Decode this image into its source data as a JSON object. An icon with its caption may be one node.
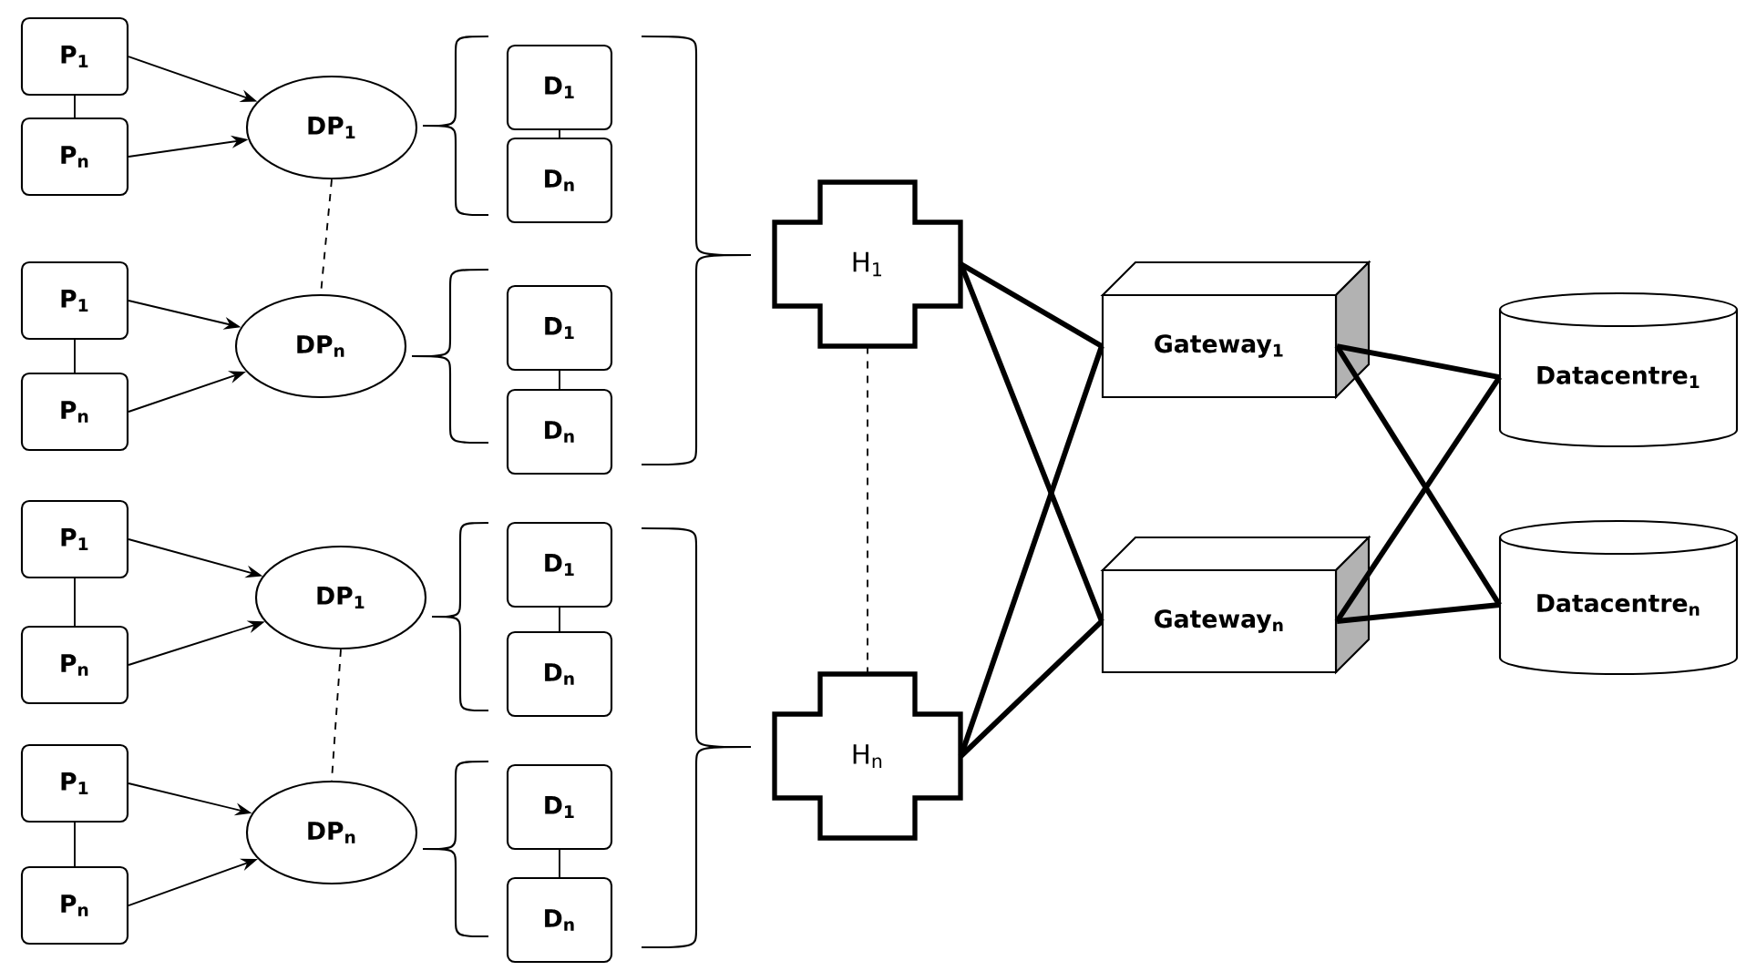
{
  "diagram": {
    "nodes": [
      {
        "text": [
          "P$_{1}$"
        ]
      },
      {
        "text": [
          "P$_{n}$"
        ]
      },
      {
        "text": [
          "DP$_{1}$"
        ]
      },
      {
        "text": [
          "D$_{1}$"
        ]
      },
      {
        "text": [
          "D$_{n}$"
        ]
      },
      {
        "text": [
          "P$_{1}$"
        ]
      },
      {
        "text": [
          "P$_{n}$"
        ]
      },
      {
        "text": [
          "DP$_{n}$"
        ]
      },
      {
        "text": [
          "D$_{1}$"
        ]
      },
      {
        "text": [
          "D$_{n}$"
        ]
      },
      {
        "text": [
          "P$_{1}$"
        ]
      },
      {
        "text": [
          "P$_{n}$"
        ]
      },
      {
        "text": [
          "DP$_{1}$"
        ]
      },
      {
        "text": [
          "D$_{1}$"
        ]
      },
      {
        "text": [
          "D$_{n}$"
        ]
      },
      {
        "text": [
          "P$_{1}$"
        ]
      },
      {
        "text": [
          "P$_{n}$"
        ]
      },
      {
        "text": [
          "DP$_{n}$"
        ]
      },
      {
        "text": [
          "D$_{1}$"
        ]
      },
      {
        "text": [
          "D$_{n}$"
        ]
      },
      {
        "text": [
          "H$_{1}$"
        ]
      },
      {
        "text": [
          "H$_{n}$"
        ]
      },
      {
        "text": [
          "Gateway$_{1}$"
        ]
      },
      {
        "text": [
          "Gateway$_{n}$"
        ]
      },
      {
        "text": [
          "Datacentre$_{1}$"
        ]
      },
      {
        "text": [
          "Datacentre$_{n}$"
        ]
      }
    ],
    "edges": [
      {
        "from": 0,
        "to": 1,
        "arrow": "none"
      },
      {
        "from": 0,
        "to": 2,
        "arrow": "to"
      },
      {
        "from": 1,
        "to": 2,
        "arrow": "to"
      },
      {
        "from": 3,
        "to": 4,
        "arrow": "none"
      },
      {
        "from": 5,
        "to": 6,
        "arrow": "none"
      },
      {
        "from": 5,
        "to": 7,
        "arrow": "to"
      },
      {
        "from": 6,
        "to": 7,
        "arrow": "to"
      },
      {
        "from": 8,
        "to": 9,
        "arrow": "none"
      },
      {
        "from": 10,
        "to": 11,
        "arrow": "none"
      },
      {
        "from": 10,
        "to": 12,
        "arrow": "to"
      },
      {
        "from": 11,
        "to": 12,
        "arrow": "to"
      },
      {
        "from": 13,
        "to": 14,
        "arrow": "none"
      },
      {
        "from": 15,
        "to": 16,
        "arrow": "none"
      },
      {
        "from": 15,
        "to": 17,
        "arrow": "to"
      },
      {
        "from": 16,
        "to": 17,
        "arrow": "to"
      },
      {
        "from": 18,
        "to": 19,
        "arrow": "none"
      },
      {
        "from": 2,
        "to": 7,
        "arrow": "none",
        "style": "dashed"
      },
      {
        "from": 12,
        "to": 17,
        "arrow": "none",
        "style": "dashed"
      },
      {
        "from": 20,
        "to": 21,
        "arrow": "none",
        "style": "dashed"
      },
      {
        "from": 20,
        "to": 22,
        "arrow": "none",
        "style": "thick"
      },
      {
        "from": 20,
        "to": 23,
        "arrow": "none",
        "style": "thick"
      },
      {
        "from": 21,
        "to": 22,
        "arrow": "none",
        "style": "thick"
      },
      {
        "from": 21,
        "to": 23,
        "arrow": "none",
        "style": "thick"
      },
      {
        "from": 22,
        "to": 24,
        "arrow": "none",
        "style": "thick"
      },
      {
        "from": 22,
        "to": 25,
        "arrow": "none",
        "style": "thick"
      },
      {
        "from": 23,
        "to": 24,
        "arrow": "none",
        "style": "thick"
      },
      {
        "from": 23,
        "to": 25,
        "arrow": "none",
        "style": "thick"
      }
    ]
  }
}
